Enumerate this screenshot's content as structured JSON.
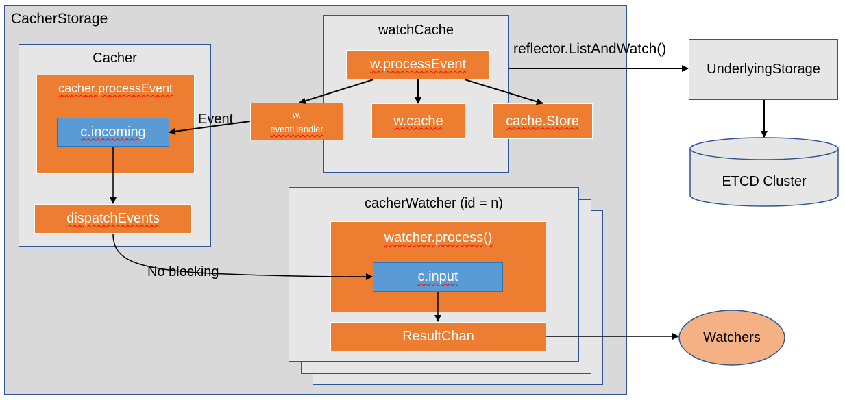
{
  "cacher_storage": {
    "title": "CacherStorage"
  },
  "cacher": {
    "title": "Cacher",
    "process_event": "cacher.processEvent",
    "incoming": "c.incoming",
    "dispatch": "dispatchEvents"
  },
  "watch_cache": {
    "title": "watchCache",
    "process_event": "w.processEvent",
    "event_handler_line1": "w.",
    "event_handler_line2": "eventHandler",
    "cache": "w.cache",
    "store": "cache.Store"
  },
  "cacher_watcher": {
    "title": "cacherWatcher (id = n)",
    "process": "watcher.process()",
    "input": "c.input",
    "result_chan": "ResultChan"
  },
  "external": {
    "underlying_storage": "UnderlyingStorage",
    "etcd_cluster": "ETCD Cluster",
    "watchers": "Watchers"
  },
  "edge_labels": {
    "list_and_watch": "reflector.ListAndWatch()",
    "event": "Event",
    "no_blocking": "No blocking"
  },
  "colors": {
    "outer_gray": "#d9d9d9",
    "inner_gray": "#e7e6e6",
    "orange": "#ed7d31",
    "blue": "#5b9bd5",
    "border_blue": "#2f5597",
    "watchers_fill": "#f4b183"
  }
}
